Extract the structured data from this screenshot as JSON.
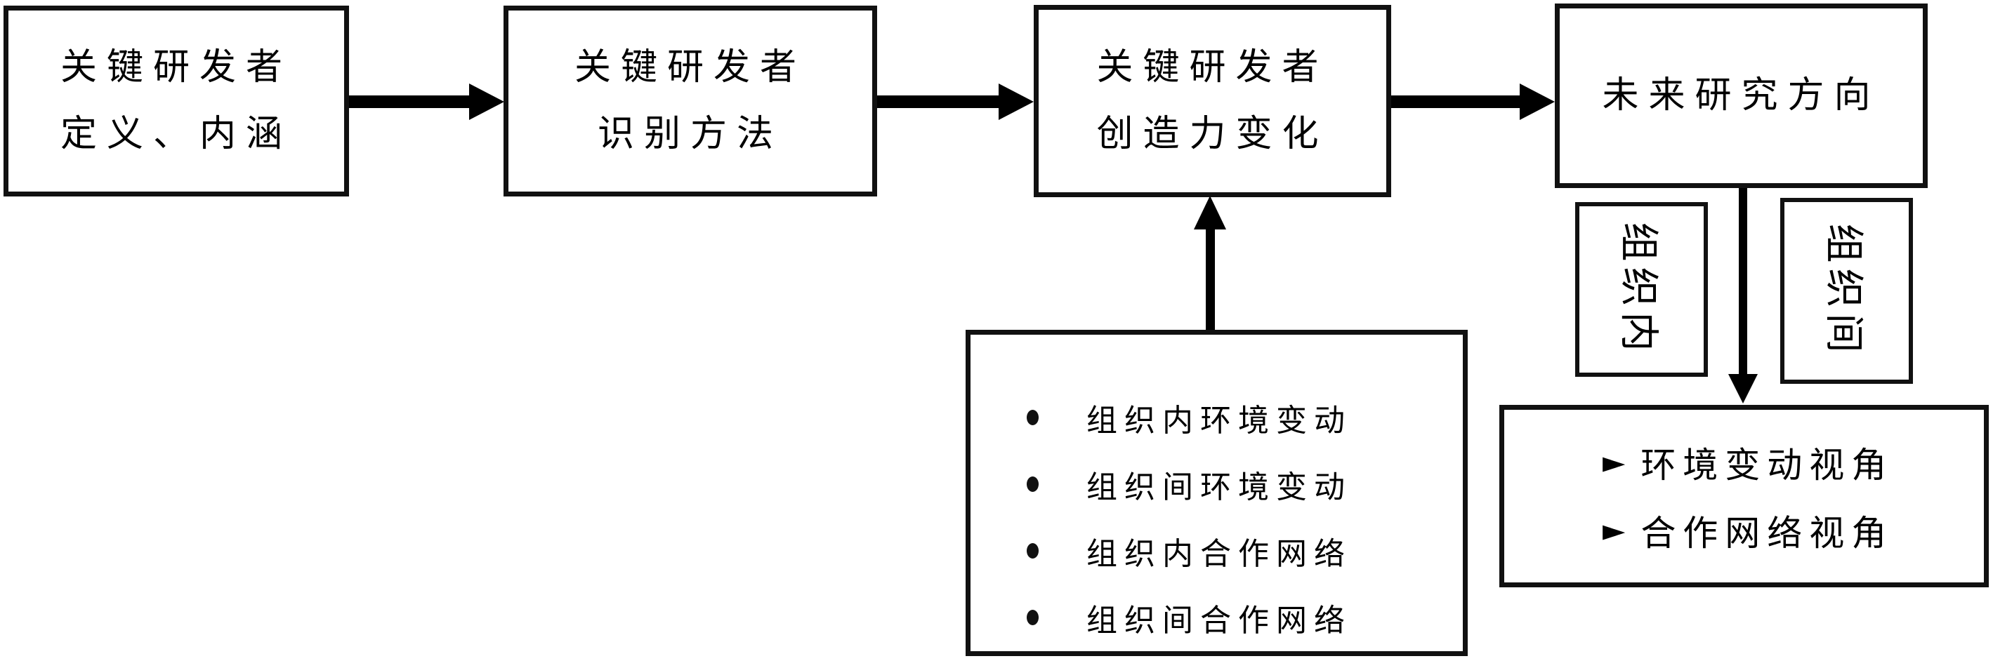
{
  "diagram": {
    "colors": {
      "line": "#000000",
      "background": "#ffffff",
      "text": "#000000"
    },
    "flow_boxes": {
      "box1": {
        "line1": "关键研发者",
        "line2": "定义、内涵"
      },
      "box2": {
        "line1": "关键研发者",
        "line2": "识别方法"
      },
      "box3": {
        "line1": "关键研发者",
        "line2": "创造力变化"
      },
      "box4": {
        "label": "未来研究方向"
      }
    },
    "factors_box": {
      "bullet_glyph": "●",
      "items": [
        "组织内环境变动",
        "组织间环境变动",
        "组织内合作网络",
        "组织间合作网络"
      ]
    },
    "side_labels": {
      "left": "组织内",
      "right": "组织间"
    },
    "perspectives_box": {
      "marker": "►",
      "items": [
        "环境变动视角",
        "合作网络视角"
      ]
    }
  }
}
